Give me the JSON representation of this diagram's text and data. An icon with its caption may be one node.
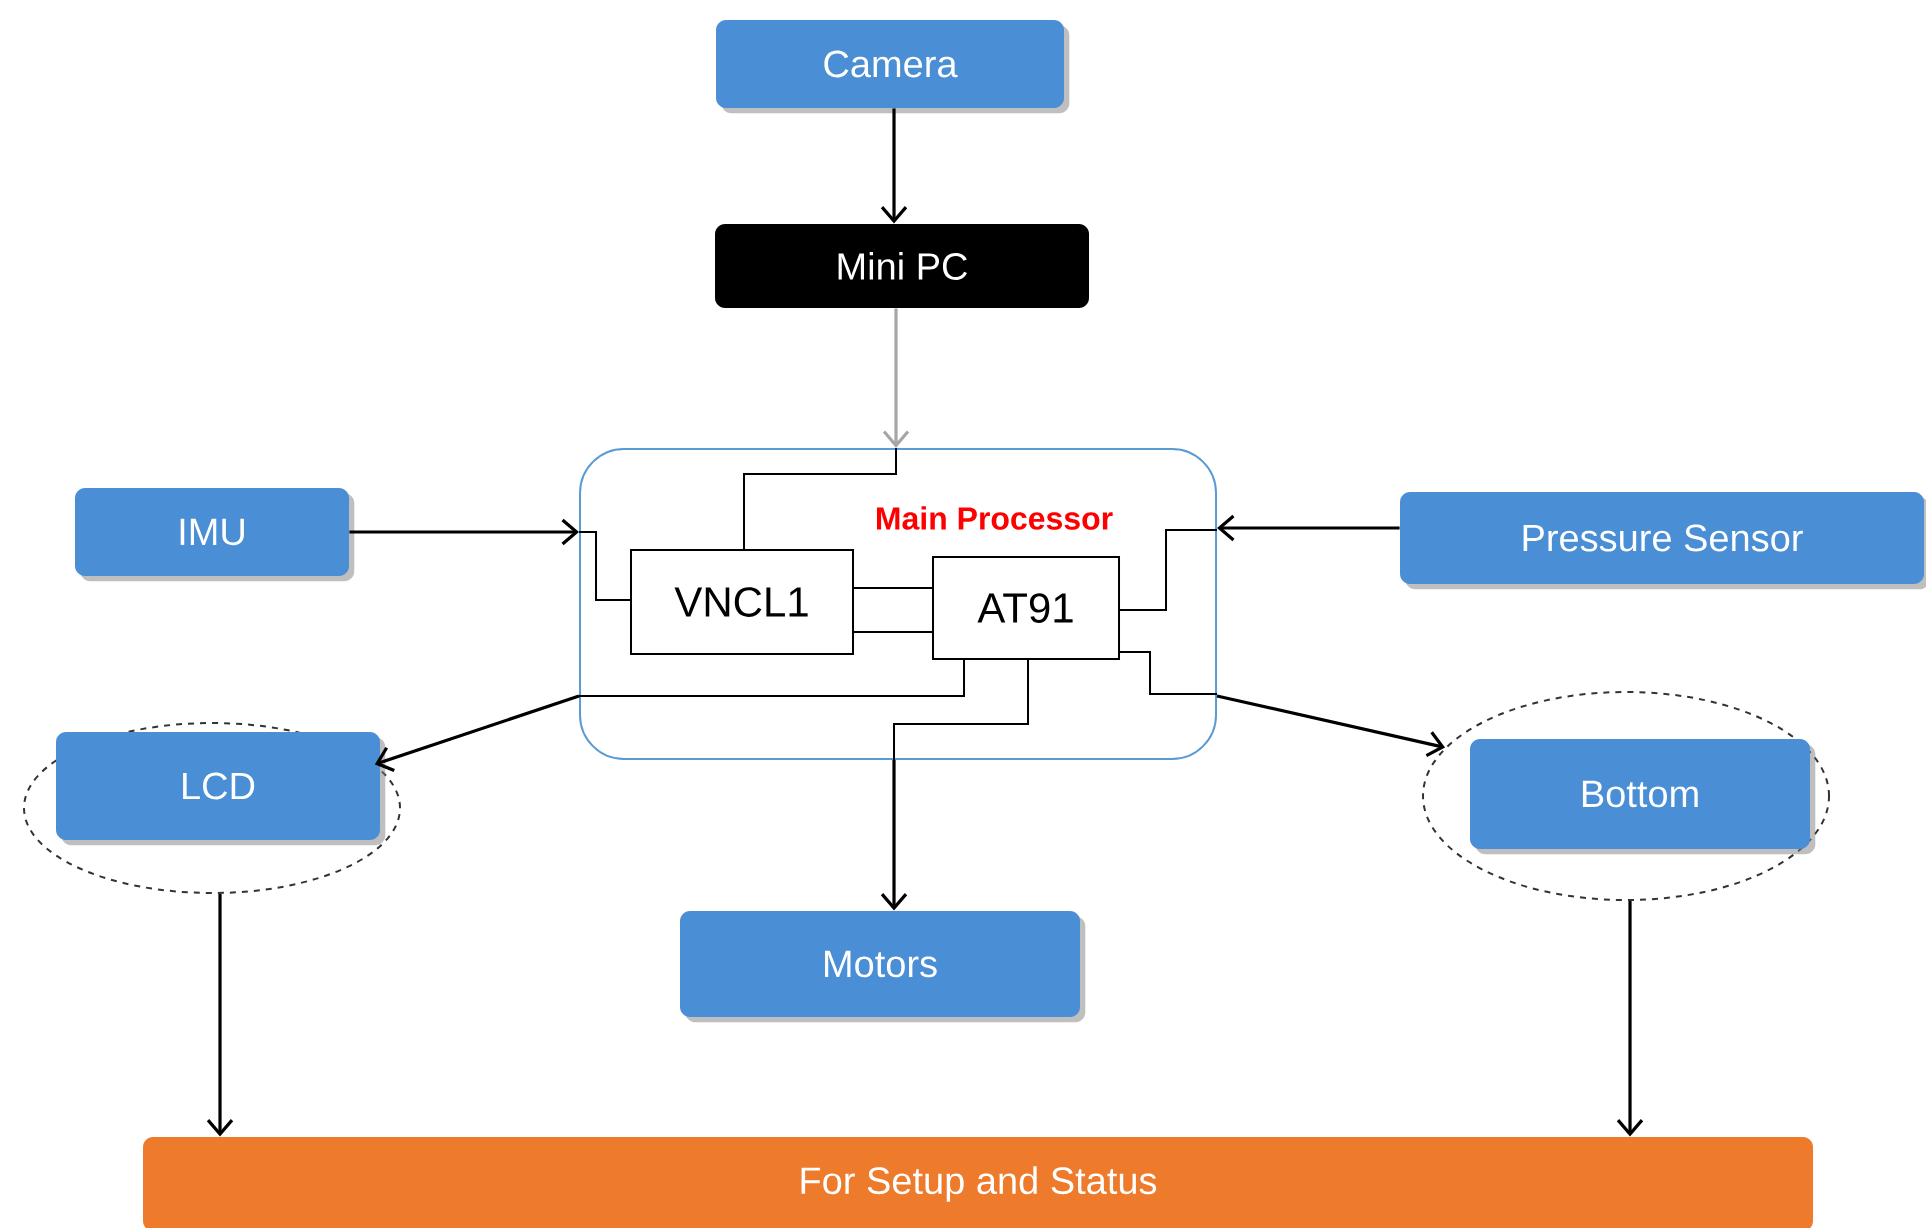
{
  "diagram": {
    "nodes": [
      {
        "text": [
          "Camera"
        ]
      },
      {
        "text": [
          "Mini PC"
        ]
      },
      {
        "text": [
          "Main Processor"
        ]
      },
      {
        "text": [
          "VNCL1"
        ],
        "in": 2
      },
      {
        "text": [
          "AT91"
        ],
        "in": 2
      },
      {
        "text": [
          "IMU"
        ]
      },
      {
        "text": [
          "Pressure Sensor"
        ]
      },
      {
        "text": [],
        "shape": "ellipse"
      },
      {
        "text": [
          "LCD"
        ],
        "in": 7
      },
      {
        "text": [
          "Motors"
        ]
      },
      {
        "text": [],
        "shape": "ellipse"
      },
      {
        "text": [
          "Bottom"
        ],
        "in": 10
      },
      {
        "text": [
          "For Setup and Status"
        ]
      }
    ],
    "edges": [
      {
        "from": 0,
        "to": 1,
        "arrow": "to"
      },
      {
        "from": 1,
        "to": 2,
        "arrow": "to",
        "color": "#a6a6a6"
      },
      {
        "from": 5,
        "to": 2,
        "arrow": "to"
      },
      {
        "from": 6,
        "to": 2,
        "arrow": "to"
      },
      {
        "from": 3,
        "to": 4,
        "arrow": "none"
      },
      {
        "from": 3,
        "to": 4,
        "arrow": "none"
      },
      {
        "from": 2,
        "to": 7,
        "arrow": "to"
      },
      {
        "from": 2,
        "to": 9,
        "arrow": "to"
      },
      {
        "from": 2,
        "to": 10,
        "arrow": "to"
      },
      {
        "from": 7,
        "to": 12,
        "arrow": "to"
      },
      {
        "from": 10,
        "to": 12,
        "arrow": "to"
      },
      {
        "from": 2,
        "to": 3,
        "arrow": "none"
      },
      {
        "from": 2,
        "to": 3,
        "arrow": "none"
      },
      {
        "from": 4,
        "to": 2,
        "arrow": "none"
      },
      {
        "from": 4,
        "to": 2,
        "arrow": "none"
      },
      {
        "from": 4,
        "to": 2,
        "arrow": "none"
      },
      {
        "from": 4,
        "to": 2,
        "arrow": "none"
      }
    ]
  }
}
